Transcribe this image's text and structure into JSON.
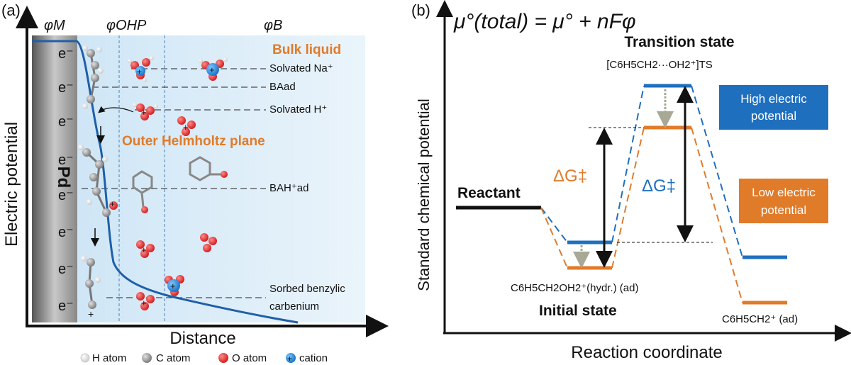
{
  "panel_a": {
    "tag": "(a)",
    "phi_m": "φM",
    "phi_ohp": "φOHP",
    "phi_b": "φB",
    "bulk_liquid": "Bulk liquid",
    "outer_helmholtz": "Outer Helmholtz plane",
    "electrode_label": "Pd",
    "electron": "e⁻",
    "y_axis": "Electric potential",
    "x_axis": "Distance",
    "species": {
      "solvated_na": "Solvated Na⁺",
      "ba_ad": "BAad",
      "solvated_h": "Solvated H⁺",
      "bah_ad": "BAH⁺ad",
      "sorbed_line1": "Sorbed benzylic",
      "sorbed_line2": "carbenium"
    },
    "legend": [
      {
        "label": "H atom",
        "color": "#ffffff"
      },
      {
        "label": "C atom",
        "color": "#888888"
      },
      {
        "label": "O atom",
        "color": "#e02020"
      },
      {
        "label": "cation",
        "color": "#1e8fe0"
      }
    ]
  },
  "panel_b": {
    "tag": "(b)",
    "equation": "μ°(total) = μ° + nFφ",
    "y_axis": "Standard chemical potential",
    "x_axis": "Reaction coordinate",
    "transition_state": "Transition state",
    "ts_formula": "[C6H5CH2···OH2⁺]TS",
    "reactant": "Reactant",
    "initial_formula": "C6H5CH2OH2⁺(hydr.) (ad)",
    "initial_state": "Initial state",
    "product_formula": "C6H5CH2⁺ (ad)",
    "dg": "ΔG‡",
    "high_potential_line1": "High electric",
    "high_potential_line2": "potential",
    "low_potential_line1": "Low electric",
    "low_potential_line2": "potential",
    "colors": {
      "high": "#1f6fbf",
      "low": "#e07b2a"
    }
  }
}
